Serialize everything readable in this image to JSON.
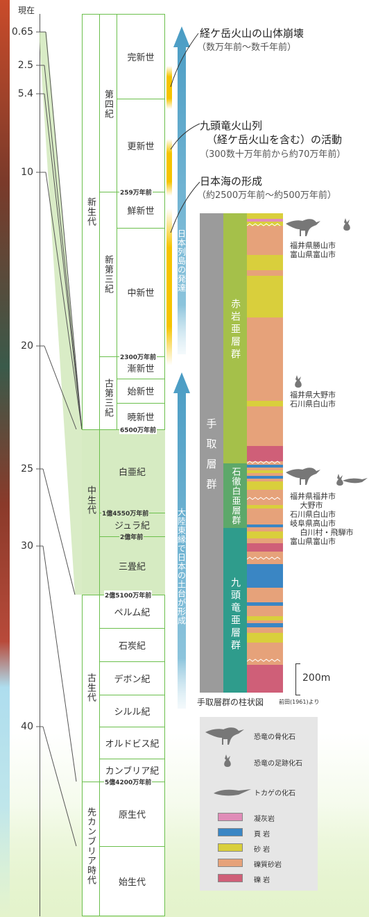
{
  "axis": {
    "top_label": "現在",
    "ticks": [
      "0.65",
      "2.5",
      "5.4",
      "10",
      "20",
      "25",
      "30",
      "40"
    ]
  },
  "eras": {
    "cenozoic": "新生代",
    "mesozoic": "中生代",
    "paleozoic": "古生代",
    "precambrian": "先カンブリア時代"
  },
  "periods": {
    "quaternary": "第四紀",
    "neogene": "新第三紀",
    "paleogene": "古第三紀",
    "cretaceous": "白亜紀",
    "jurassic": "ジュラ紀",
    "triassic": "三畳紀",
    "permian": "ペルム紀",
    "carboniferous": "石炭紀",
    "devonian": "デボン紀",
    "silurian": "シルル紀",
    "ordovician": "オルドビス紀",
    "cambrian": "カンブリア紀",
    "proterozoic": "原生代",
    "archean": "始生代"
  },
  "epochs": {
    "holocene": "完新世",
    "pleistocene": "更新世",
    "pliocene": "鮮新世",
    "miocene": "中新世",
    "oligocene": "漸新世",
    "eocene": "始新世",
    "paleocene": "暁新世"
  },
  "boundaries": {
    "b259": "259万年前",
    "b2300": "2300万年前",
    "b6500": "6500万年前",
    "b14550": "1億4550万年前",
    "b2oku": "2億年前",
    "b25100": "2億5100万年前",
    "b54200": "5億4200万年前"
  },
  "arrows": {
    "upper": "日本列島の発達",
    "lower": "大陸東縁で日本の土台が形成"
  },
  "events": {
    "e1_title": "経ケ岳火山の山体崩壊",
    "e1_sub": "（数万年前〜数千年前）",
    "e2_title1": "九頭竜火山列",
    "e2_title2": "（経ケ岳火山を含む）の活動",
    "e2_sub": "（300数十万年前から約70万年前）",
    "e3_title": "日本海の形成",
    "e3_sub": "（約2500万年前〜約500万年前）"
  },
  "column": {
    "group": "手取層群",
    "sub1": "赤岩亜層群",
    "sub2": "石徹白亜層群",
    "sub3": "九頭竜亜層群",
    "scale": "200m",
    "caption": "手取層群の柱状図",
    "source": "前田(1961)より"
  },
  "localities": {
    "loc1": "福井県勝山市\n富山県富山市",
    "loc2": "福井県大野市\n石川県白山市",
    "loc3": "福井県福井市\n　 大野市\n石川県白山市\n岐阜県高山市\n　 白川村・飛騨市\n富山県富山市"
  },
  "legend": {
    "bone": "恐竜の骨化石",
    "footprint": "恐竜の足跡化石",
    "lizard": "トカゲの化石",
    "tuff": "凝灰岩",
    "shale": "頁 岩",
    "sandstone": "砂 岩",
    "conglomeratic_sandstone": "礫質砂岩",
    "conglomerate": "礫 岩"
  },
  "colors": {
    "tuff": "#e08cb8",
    "shale": "#3a86c4",
    "sandstone": "#d9cf3c",
    "conglomeratic_sandstone": "#e6a27a",
    "conglomerate": "#cf5f78",
    "group_gray": "#9b9b9b",
    "sub_olive": "#a5c04a",
    "sub_green": "#5da86a",
    "sub_teal": "#2f9c8c",
    "arrow_blue": "#4a9cc4",
    "volcanic_yellow": "#f5c400",
    "table_green": "#6bbf4c"
  }
}
